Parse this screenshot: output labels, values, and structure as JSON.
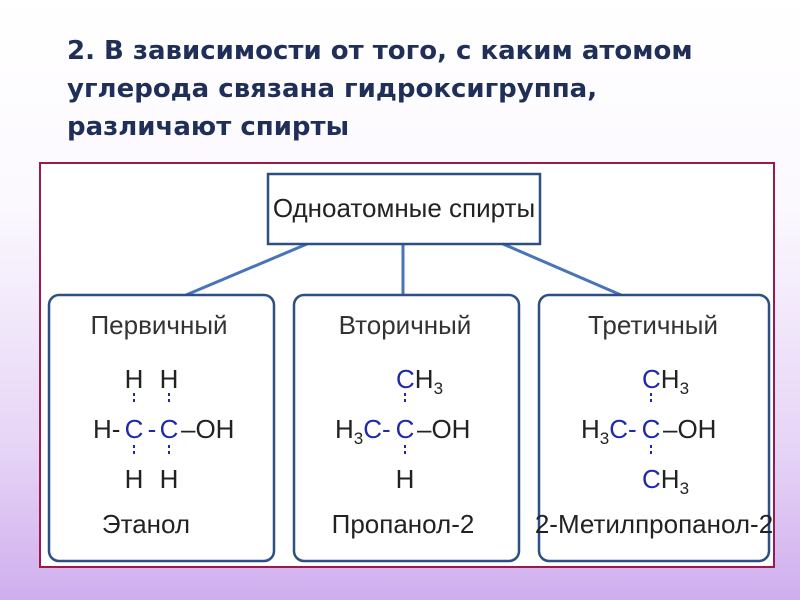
{
  "title": {
    "lines": [
      "2. В зависимости от того, с каким атомом",
      "углерода  связана гидроксигруппа,",
      "различают спирты"
    ]
  },
  "root": {
    "label": "Одноатомные спирты"
  },
  "branches": [
    {
      "key": "primary",
      "heading": "Первичный",
      "name": "Этанол",
      "formula": {
        "top_left": "H",
        "top_right": "H",
        "mid_left": "H-",
        "c1": "C",
        "dash": "-",
        "c2": "C",
        "oh": "–OH",
        "bottom_left": "H",
        "bottom_right": "H"
      }
    },
    {
      "key": "secondary",
      "heading": "Вторичный",
      "name": "Пропанол-2",
      "formula": {
        "top_c": "C",
        "top_h": "H",
        "top_sub": "3",
        "left_h": "H",
        "left_sub": "3",
        "left_c": "C",
        "dash": "-",
        "center_c": "C",
        "oh": "–OH",
        "bottom": "H"
      }
    },
    {
      "key": "tertiary",
      "heading": "Третичный",
      "name": "2-Метилпропанол-2",
      "formula": {
        "top_c": "C",
        "top_h": "H",
        "top_sub": "3",
        "left_h": "H",
        "left_sub": "3",
        "left_c": "C",
        "dash": "-",
        "center_c": "C",
        "oh": "–OH",
        "bottom_c": "C",
        "bottom_h": "H",
        "bottom_sub": "3"
      }
    }
  ],
  "colors": {
    "title": "#1f2f58",
    "frame_border": "#9c1a4a",
    "box_stroke": "#2c4f84",
    "connector": "#4874b8",
    "carbon": "#1e2aa8",
    "text": "#222222"
  }
}
